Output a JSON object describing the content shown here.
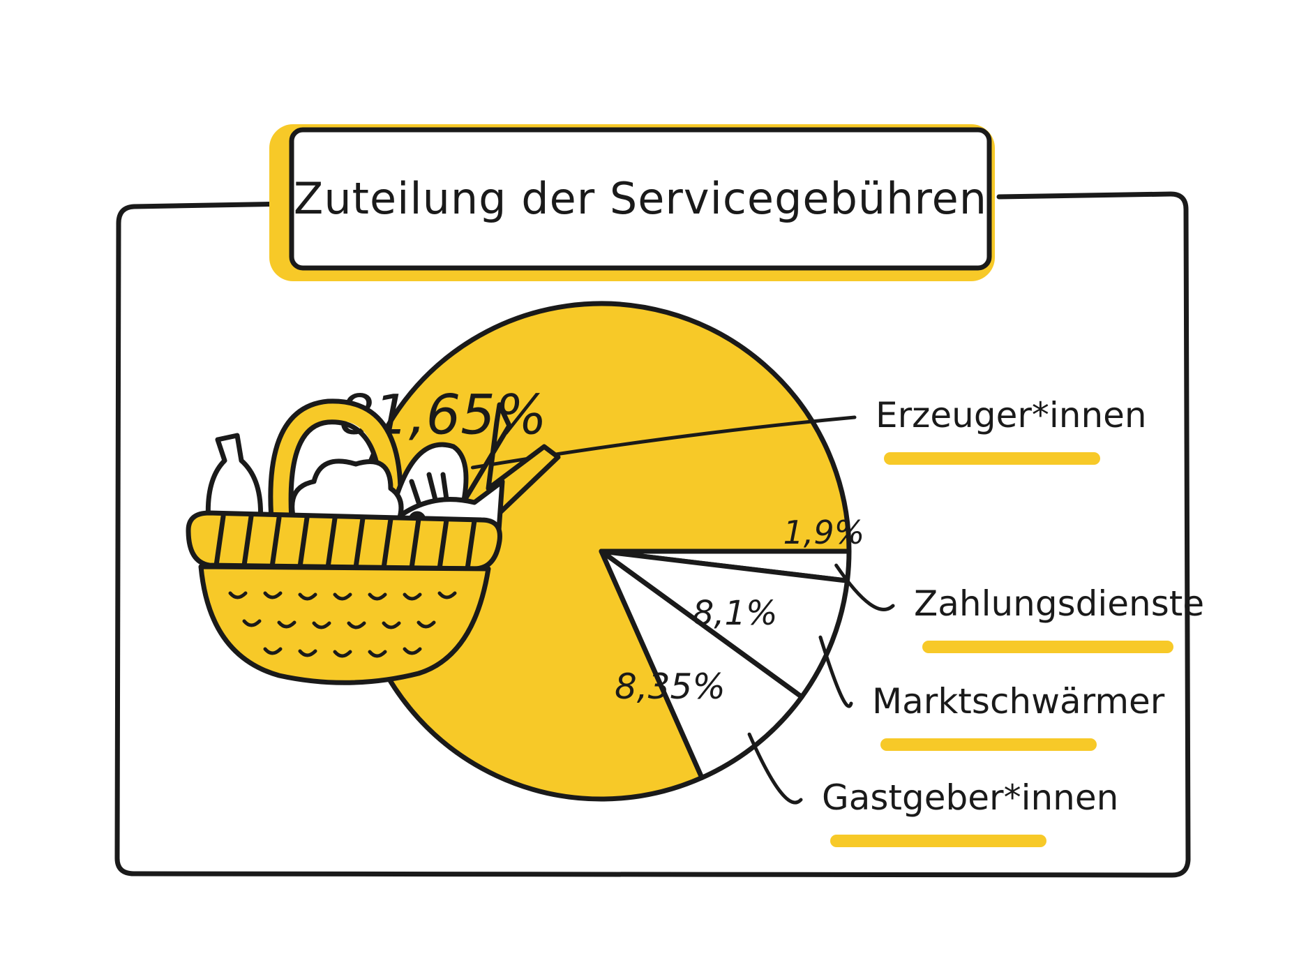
{
  "chart_data": {
    "type": "pie",
    "title": "Zuteilung der Servicegebühren",
    "slices": [
      {
        "name": "Erzeuger*innen",
        "label": "81,65%",
        "value": 81.65,
        "color": "#f7c928"
      },
      {
        "name": "Zahlungsdienste",
        "label": "1,9%",
        "value": 1.9,
        "color": "#ffffff"
      },
      {
        "name": "Marktschwärmer",
        "label": "8,1%",
        "value": 8.1,
        "color": "#ffffff"
      },
      {
        "name": "Gastgeber*innen",
        "label": "8,35%",
        "value": 8.35,
        "color": "#ffffff"
      }
    ],
    "legend_position": "right"
  },
  "colors": {
    "accent": "#f7c928",
    "ink": "#1a1a1a",
    "background": "#ffffff"
  },
  "decorations": {
    "basket": "basket-illustration"
  }
}
